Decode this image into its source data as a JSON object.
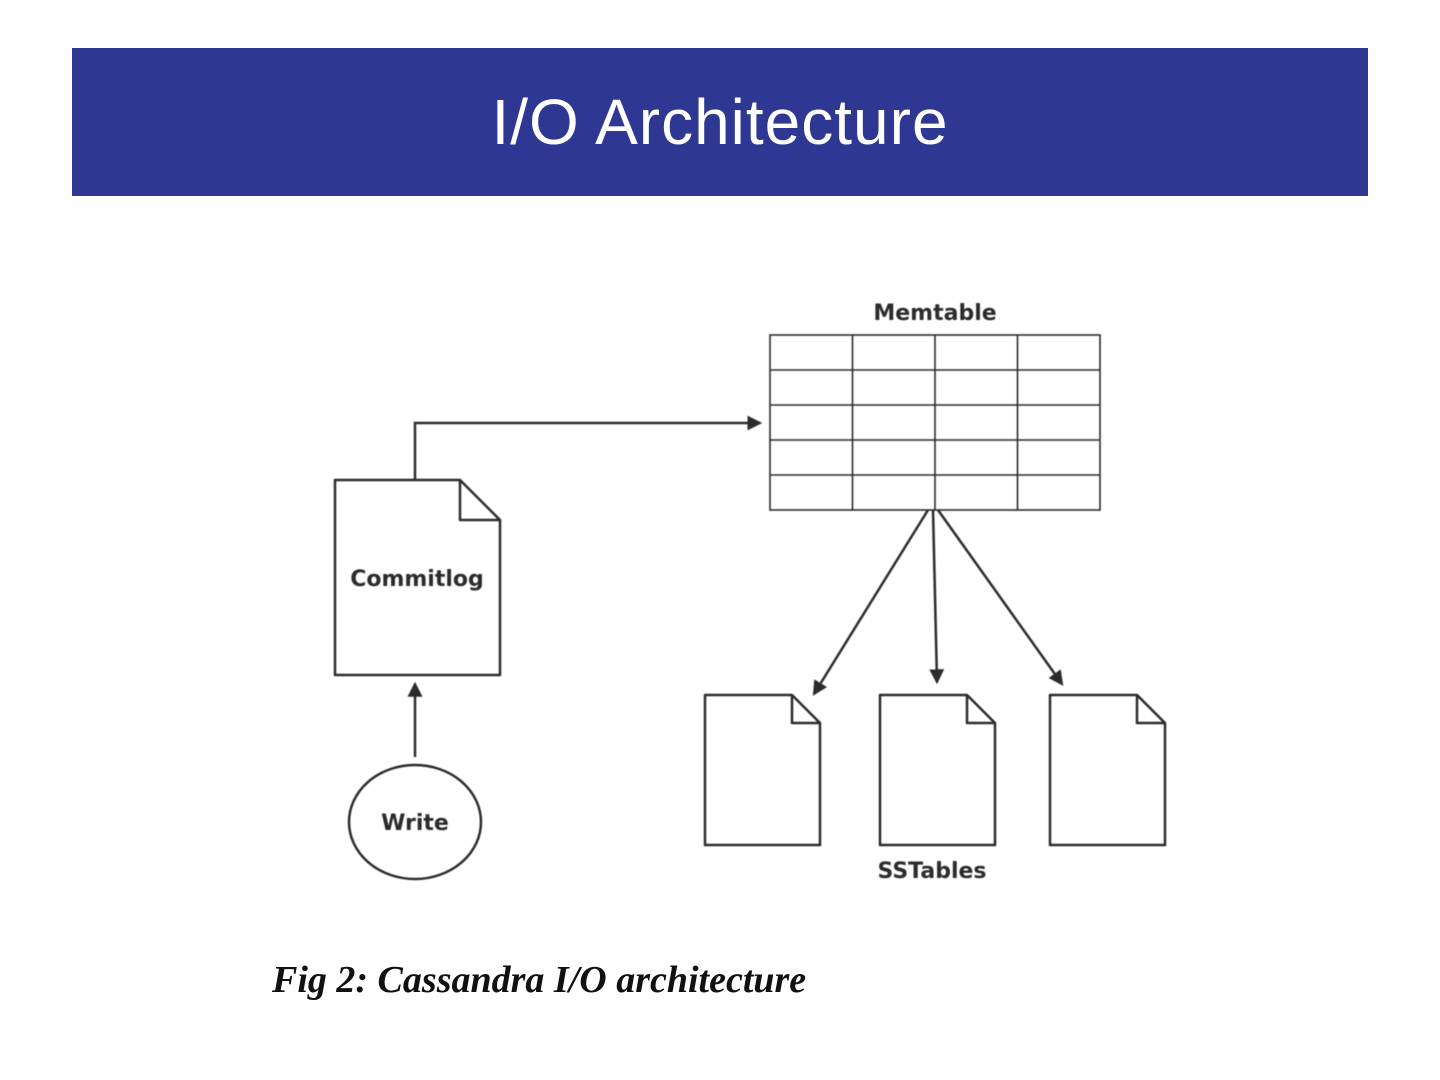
{
  "slide": {
    "title": "I/O Architecture",
    "caption": "Fig 2: Cassandra I/O architecture"
  },
  "diagram": {
    "memtable": "Memtable",
    "commitlog": "Commitlog",
    "write": "Write",
    "sstables": "SSTables"
  },
  "colors": {
    "background": "#ffffff",
    "banner_bg": "#2e3792",
    "banner_text": "#ffffff",
    "diagram_stroke": "#2b2b2b"
  }
}
